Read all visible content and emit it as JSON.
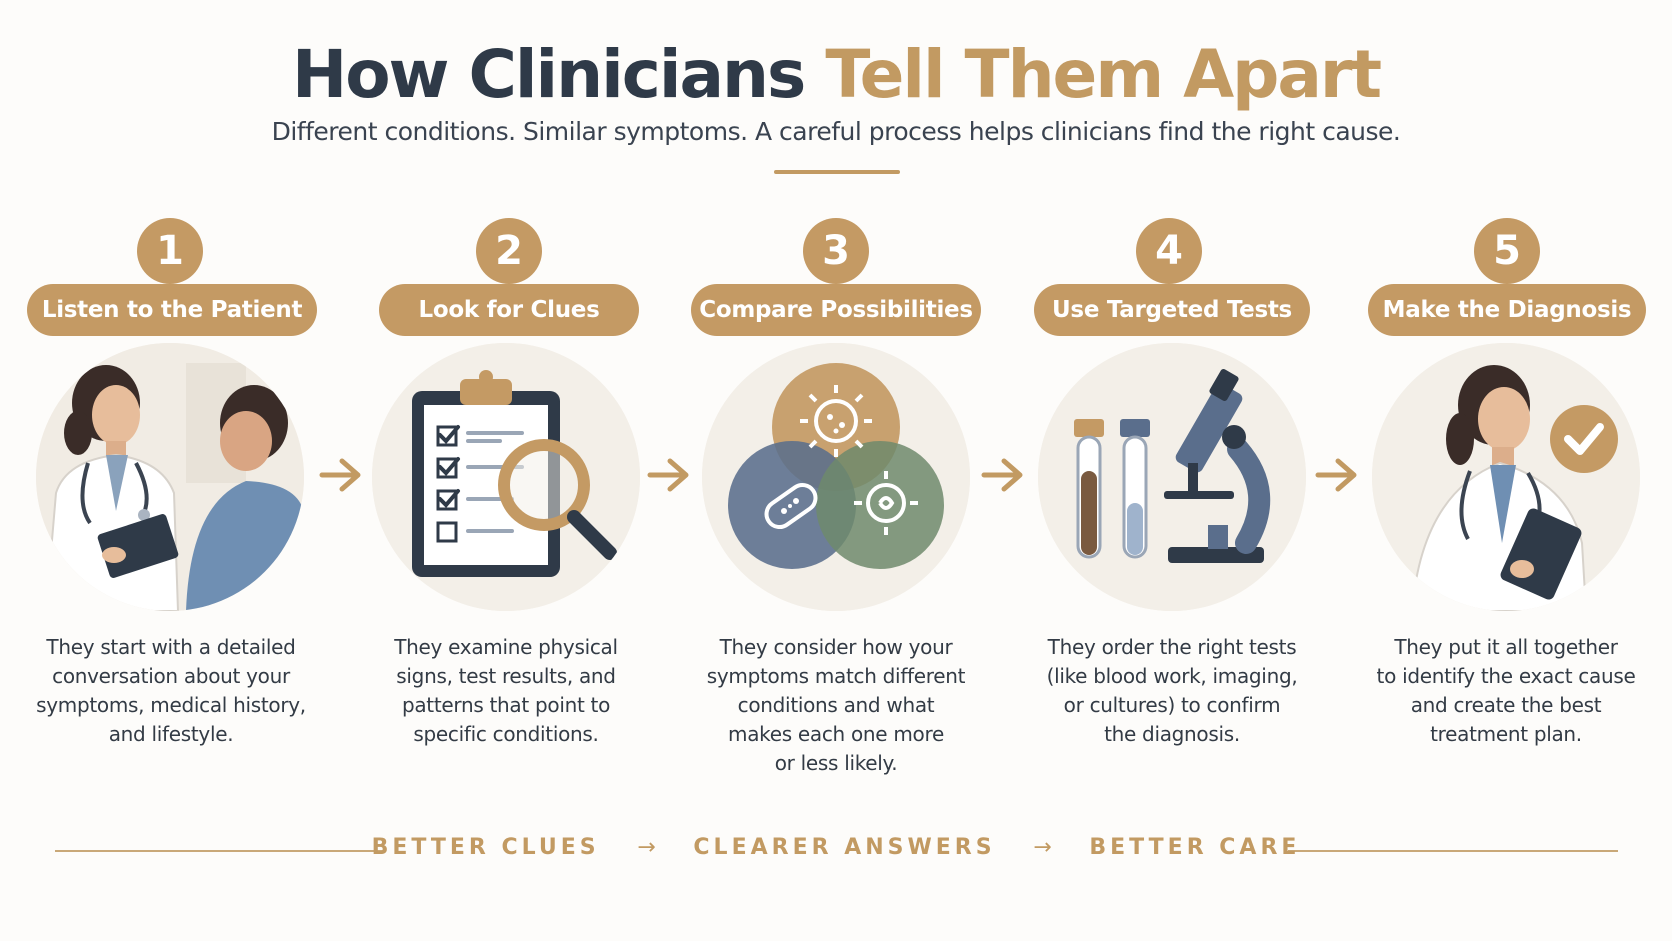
{
  "header": {
    "title_part1": "How Clinicians",
    "title_part2": "Tell Them Apart",
    "subtitle": "Different conditions. Similar symptoms. A careful process helps clinicians find the right cause."
  },
  "steps": [
    {
      "number": "1",
      "label": "Listen to the Patient",
      "icon": "doctor-patient-icon",
      "lines": [
        "They start with a detailed",
        "conversation about your",
        "symptoms, medical history,",
        "and lifestyle."
      ]
    },
    {
      "number": "2",
      "label": "Look for Clues",
      "icon": "clipboard-magnifier-icon",
      "lines": [
        "They examine physical",
        "signs, test results, and",
        "patterns that point to",
        "specific conditions."
      ]
    },
    {
      "number": "3",
      "label": "Compare Possibilities",
      "icon": "venn-pathogens-icon",
      "lines": [
        "They consider how your",
        "symptoms match different",
        "conditions and what",
        "makes each one more",
        "or less likely."
      ]
    },
    {
      "number": "4",
      "label": "Use Targeted Tests",
      "icon": "test-tubes-microscope-icon",
      "lines": [
        "They order the right tests",
        "(like blood work, imaging,",
        "or cultures) to confirm",
        "the diagnosis."
      ]
    },
    {
      "number": "5",
      "label": "Make the Diagnosis",
      "icon": "doctor-checkmark-icon",
      "lines": [
        "They put it all together",
        "to identify the exact cause",
        "and create the best",
        "treatment plan."
      ]
    }
  ],
  "footer": {
    "items": [
      "BETTER CLUES",
      "CLEARER ANSWERS",
      "BETTER CARE"
    ],
    "separator": "→"
  },
  "colors": {
    "accent": "#c49a64",
    "dark": "#2f3a48",
    "circle_bg": "#f3efe8",
    "slate_blue": "#5a6e8c",
    "sage_green": "#6f8a6c"
  }
}
